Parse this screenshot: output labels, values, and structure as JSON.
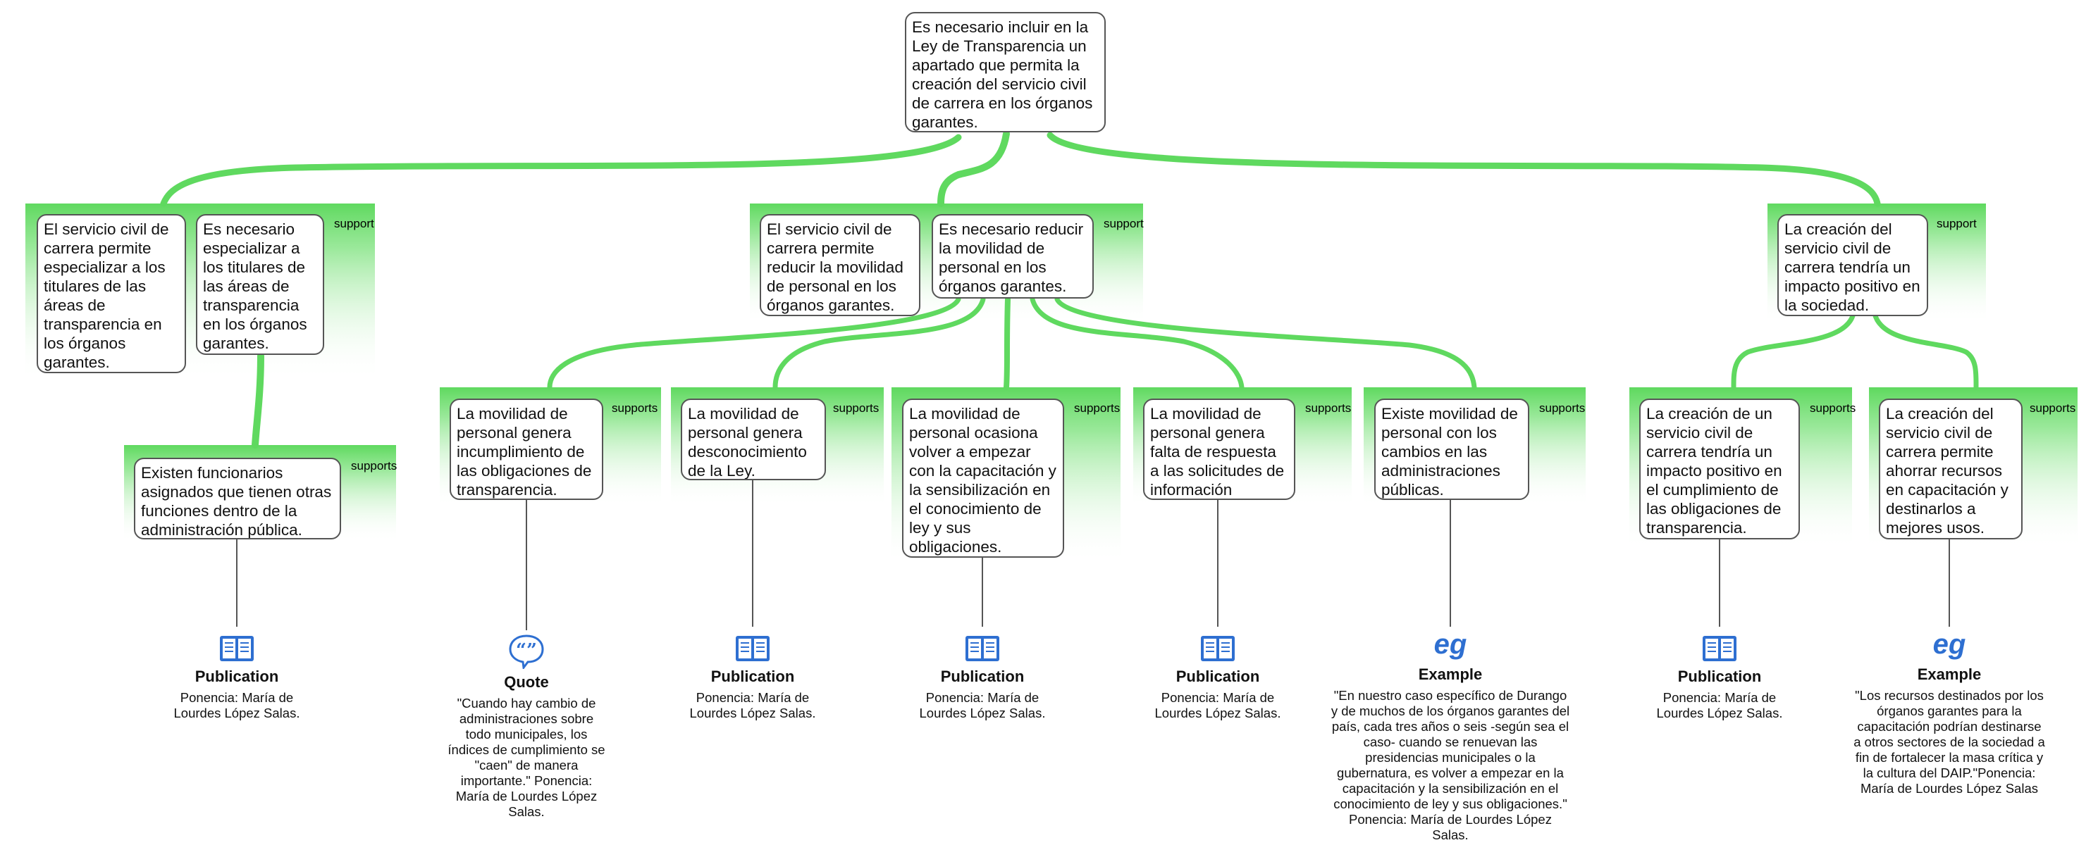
{
  "colors": {
    "wire": "#5fd95f",
    "group_top": "#66de66",
    "box_border": "#555555",
    "stem": "#555555",
    "icon_blue": "#2e6fd1"
  },
  "root": {
    "text": "Es necesario incluir en la Ley de Transparencia un apartado que permita la creación del servicio civil de carrera en los órganos garantes."
  },
  "groups": {
    "g1": {
      "label": "support",
      "boxes": [
        "El servicio civil de carrera permite especializar a los titulares de las áreas de transparencia en los órganos garantes.",
        "Es necesario especializar a los titulares de las áreas de transparencia en los órganos garantes."
      ]
    },
    "g2": {
      "label": "support",
      "boxes": [
        "El servicio civil de carrera permite reducir la movilidad de personal en los órganos garantes.",
        "Es necesario reducir la movilidad de personal en los órganos garantes."
      ]
    },
    "g3": {
      "label": "support",
      "boxes": [
        "La creación del servicio civil de carrera tendría un impacto positivo en la sociedad."
      ]
    },
    "g4": {
      "label": "supports",
      "boxes": [
        "Existen funcionarios asignados que tienen otras funciones dentro de la administración pública."
      ]
    },
    "g5": {
      "label": "supports",
      "boxes": [
        "La movilidad de personal genera incumplimiento de las obligaciones de transparencia."
      ]
    },
    "g6": {
      "label": "supports",
      "boxes": [
        "La movilidad de personal genera desconocimiento de la Ley."
      ]
    },
    "g7": {
      "label": "supports",
      "boxes": [
        "La movilidad de personal ocasiona volver a empezar con la capacitación y la sensibilización en el conocimiento de ley y sus obligaciones."
      ]
    },
    "g8": {
      "label": "supports",
      "boxes": [
        "La movilidad de personal genera falta de respuesta a las solicitudes de información"
      ]
    },
    "g9": {
      "label": "supports",
      "boxes": [
        "Existe movilidad de personal con los cambios en las administraciones públicas."
      ]
    },
    "g10": {
      "label": "supports",
      "boxes": [
        "La creación de un servicio civil de carrera tendría un impacto positivo en el cumplimiento de las obligaciones de transparencia."
      ]
    },
    "g11": {
      "label": "supports",
      "boxes": [
        "La creación del servicio civil de carrera permite ahorrar recursos en capacitación y destinarlos a mejores usos."
      ]
    }
  },
  "evidence": [
    {
      "type": "Publication",
      "icon": "book-icon",
      "text": "Ponencia: María de Lourdes López Salas."
    },
    {
      "type": "Quote",
      "icon": "quote-icon",
      "text": "\"Cuando hay cambio de administraciones sobre todo municipales, los índices de cumplimiento se \"caen\" de manera importante.\" Ponencia: María de Lourdes López Salas."
    },
    {
      "type": "Publication",
      "icon": "book-icon",
      "text": "Ponencia: María de Lourdes López Salas."
    },
    {
      "type": "Publication",
      "icon": "book-icon",
      "text": "Ponencia: María de Lourdes López Salas."
    },
    {
      "type": "Publication",
      "icon": "book-icon",
      "text": "Ponencia: María de Lourdes López Salas."
    },
    {
      "type": "Example",
      "icon": "eg",
      "text": "\"En nuestro caso específico de Durango y de muchos de los órganos garantes del país, cada tres años o seis -según sea el caso- cuando se renuevan las presidencias municipales o la gubernatura, es volver a empezar en la capacitación y la sensibilización en el conocimiento de ley y sus obligaciones.\" Ponencia: María de Lourdes López Salas."
    },
    {
      "type": "Publication",
      "icon": "book-icon",
      "text": "Ponencia: María de Lourdes López Salas."
    },
    {
      "type": "Example",
      "icon": "eg",
      "text": "\"Los recursos destinados por los órganos garantes para la capacitación podrían destinarse a otros sectores de la sociedad a fin de fortalecer la masa crítica y la cultura del DAIP.\"Ponencia: María de Lourdes López Salas"
    }
  ]
}
